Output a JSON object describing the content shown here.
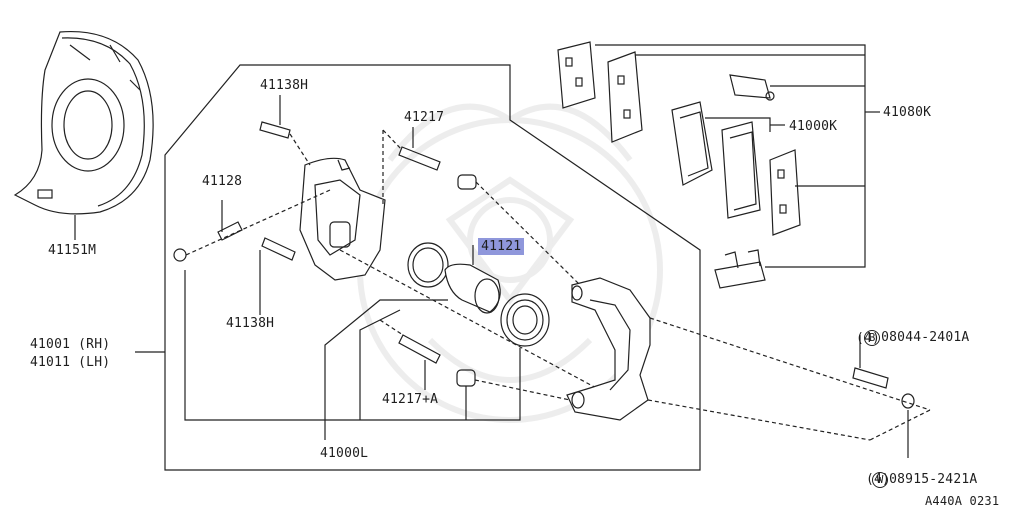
{
  "diagram": {
    "labels": {
      "p41151M": "41151M",
      "p41138H_top": "41138H",
      "p41217": "41217",
      "p41128": "41128",
      "p41138H_bottom": "41138H",
      "p41121": "41121",
      "p41001": "41001 (RH)",
      "p41011": "41011 (LH)",
      "p41217A": "41217+A",
      "p41000L": "41000L",
      "p41000K": "41000K",
      "p41080K": "41080K",
      "bolt_letter": "B",
      "bolt_part": "08044-2401A",
      "bolt_qty": "(4)",
      "washer_letter": "W",
      "washer_part": "08915-2421A",
      "washer_qty": "(4)",
      "figure_code": "A440A 0231"
    },
    "highlight_color": "#8f97db",
    "line_color": "#222222"
  }
}
